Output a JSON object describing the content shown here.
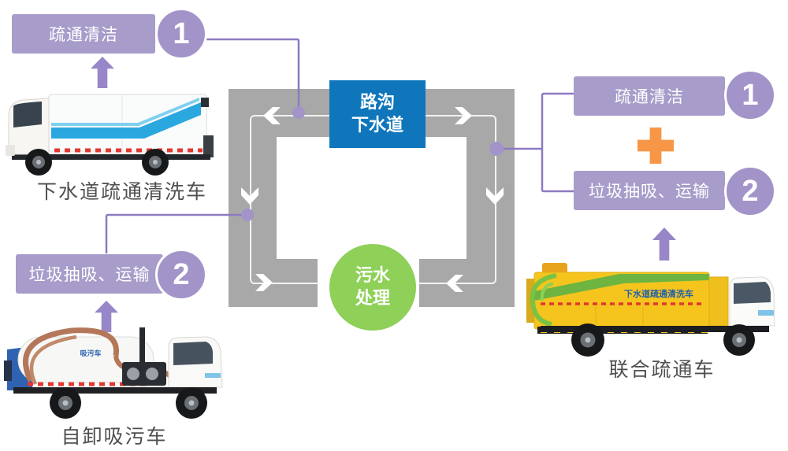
{
  "colors": {
    "road": "#a8a8a8",
    "node-blue": "#0f76bc",
    "node-green": "#8ed058",
    "label-purple": "#a89cca",
    "circle-purple": "#a294c9",
    "connector-purple": "#8d7ac1",
    "arrow-purple": "#9787c8",
    "plus-orange": "#f79646",
    "caption-gray": "#4f4f4f"
  },
  "loop": {
    "top_node": {
      "line1": "路沟",
      "line2": "下水道"
    },
    "bottom_node": {
      "line1": "污水",
      "line2": "处理"
    }
  },
  "steps": {
    "top_left": {
      "label": "疏通清洁",
      "number": "1"
    },
    "mid_left": {
      "label": "垃圾抽吸、运输",
      "number": "2"
    },
    "right_top": {
      "label": "疏通清洁",
      "number": "1"
    },
    "right_bottom": {
      "label": "垃圾抽吸、运输",
      "number": "2"
    },
    "plus": "+"
  },
  "trucks": {
    "top_left": {
      "caption": "下水道疏通清洗车"
    },
    "bottom_left": {
      "caption": "自卸吸污车",
      "tank_text": "吸污车"
    },
    "right": {
      "caption": "联合疏通车",
      "body_text": "下水道疏通清洗车"
    }
  }
}
